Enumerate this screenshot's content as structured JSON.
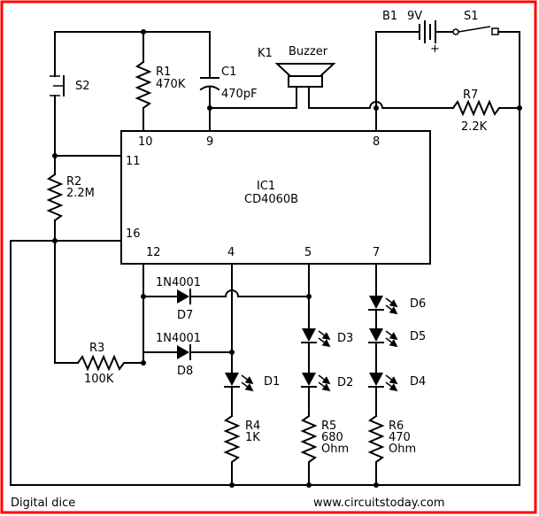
{
  "border_color": "#ff0000",
  "ic": {
    "name": "IC1",
    "part": "CD4060B",
    "pins": {
      "p10": "10",
      "p9": "9",
      "p8": "8",
      "p11": "11",
      "p16": "16",
      "p12": "12",
      "p4": "4",
      "p5": "5",
      "p7": "7"
    }
  },
  "battery": {
    "name": "B1",
    "value": "9V",
    "plus": "+"
  },
  "switch_s1": {
    "name": "S1"
  },
  "switch_s2": {
    "name": "S2"
  },
  "buzzer": {
    "name": "K1",
    "label": "Buzzer"
  },
  "r1": {
    "name": "R1",
    "value": "470K"
  },
  "c1": {
    "name": "C1",
    "value": "470pF"
  },
  "r2": {
    "name": "R2",
    "value": "2.2M"
  },
  "r3": {
    "name": "R3",
    "value": "100K"
  },
  "r4": {
    "name": "R4",
    "value": "1K"
  },
  "r5": {
    "name": "R5",
    "value": "680",
    "unit": "Ohm"
  },
  "r6": {
    "name": "R6",
    "value": "470",
    "unit": "Ohm"
  },
  "r7": {
    "name": "R7",
    "value": "2.2K"
  },
  "d7": {
    "part": "1N4001",
    "name": "D7"
  },
  "d8": {
    "part": "1N4001",
    "name": "D8"
  },
  "leds": {
    "d1": "D1",
    "d2": "D2",
    "d3": "D3",
    "d4": "D4",
    "d5": "D5",
    "d6": "D6"
  },
  "footer": {
    "title": "Digital dice",
    "url": "www.circuitstoday.com"
  }
}
